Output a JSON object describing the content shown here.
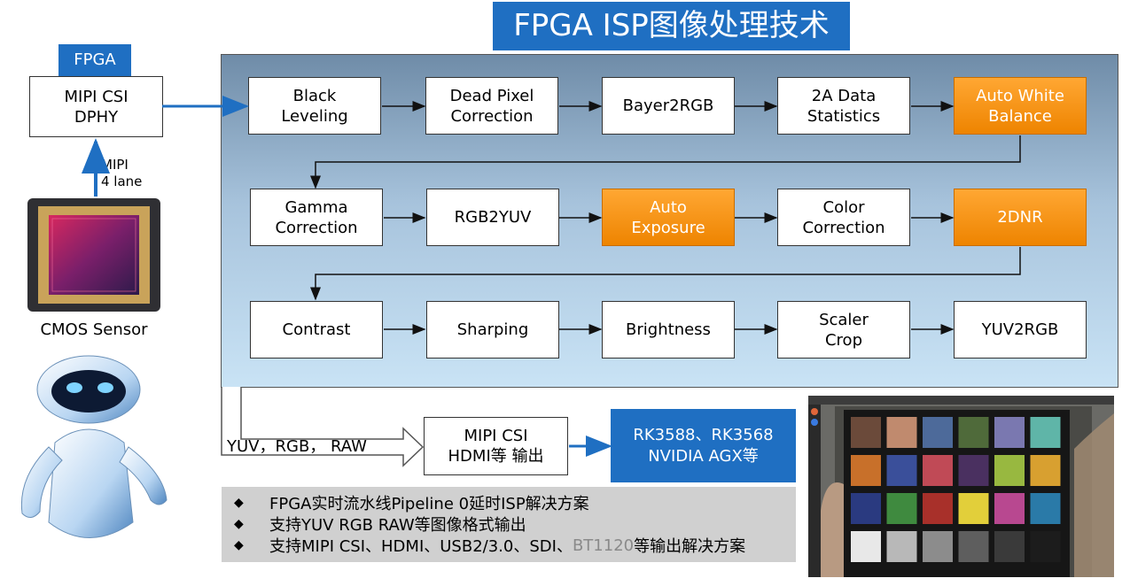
{
  "title": "FPGA ISP图像处理技术",
  "fpga_tag": "FPGA",
  "mipi_dphy": {
    "line1": "MIPI CSI",
    "line2": "DPHY"
  },
  "lane_label": {
    "line1": "MIPI",
    "line2": "4 lane"
  },
  "sensor_label": "CMOS Sensor",
  "pipeline": {
    "row1": [
      {
        "l1": "Black",
        "l2": "Leveling",
        "hl": false
      },
      {
        "l1": "Dead Pixel",
        "l2": "Correction",
        "hl": false
      },
      {
        "l1": "Bayer2RGB",
        "l2": "",
        "hl": false
      },
      {
        "l1": "2A Data",
        "l2": "Statistics",
        "hl": false
      },
      {
        "l1": "Auto White",
        "l2": "Balance",
        "hl": true
      }
    ],
    "row2": [
      {
        "l1": "Gamma",
        "l2": "Correction",
        "hl": false
      },
      {
        "l1": "RGB2YUV",
        "l2": "",
        "hl": false
      },
      {
        "l1": "Auto",
        "l2": "Exposure",
        "hl": true
      },
      {
        "l1": "Color",
        "l2": "Correction",
        "hl": false
      },
      {
        "l1": "2DNR",
        "l2": "",
        "hl": true
      }
    ],
    "row3": [
      {
        "l1": "Contrast",
        "l2": "",
        "hl": false
      },
      {
        "l1": "Sharping",
        "l2": "",
        "hl": false
      },
      {
        "l1": "Brightness",
        "l2": "",
        "hl": false
      },
      {
        "l1": "Scaler",
        "l2": "Crop",
        "hl": false
      },
      {
        "l1": "YUV2RGB",
        "l2": "",
        "hl": false
      }
    ]
  },
  "output_formats": "YUV，RGB， RAW",
  "output_box": {
    "line1": "MIPI CSI",
    "line2": "HDMI等 输出"
  },
  "target_box": {
    "line1": "RK3588、RK3568",
    "line2": "NVIDIA AGX等"
  },
  "bullets": [
    {
      "text": "FPGA实时流水线Pipeline 0延时ISP解决方案"
    },
    {
      "text": "支持YUV RGB RAW等图像格式输出"
    },
    {
      "text": "支持MIPI CSI、HDMI、USB2/3.0、SDI、",
      "gray": "BT1120",
      "tail": "等输出解决方案"
    }
  ],
  "bullet_symbol": "◆",
  "colors": {
    "accent_blue": "#1f6fc2",
    "highlight_orange": "#f28c00",
    "panel_top": "#6f8ca8",
    "panel_bottom": "#c9e3f5"
  },
  "checker_colors": [
    "#6b4a3a",
    "#c08a6e",
    "#4d6a9a",
    "#4f6a3a",
    "#7a78b0",
    "#5fb5a8",
    "#c8702a",
    "#3a4f9a",
    "#c04a56",
    "#4a3060",
    "#98b840",
    "#d8a030",
    "#2a3a80",
    "#3f8a3f",
    "#a8302a",
    "#e2cf3a",
    "#b84890",
    "#2a7aa8",
    "#e8e8e8",
    "#b8b8b8",
    "#8c8c8c",
    "#5e5e5e",
    "#3a3a3a",
    "#1c1c1c"
  ]
}
